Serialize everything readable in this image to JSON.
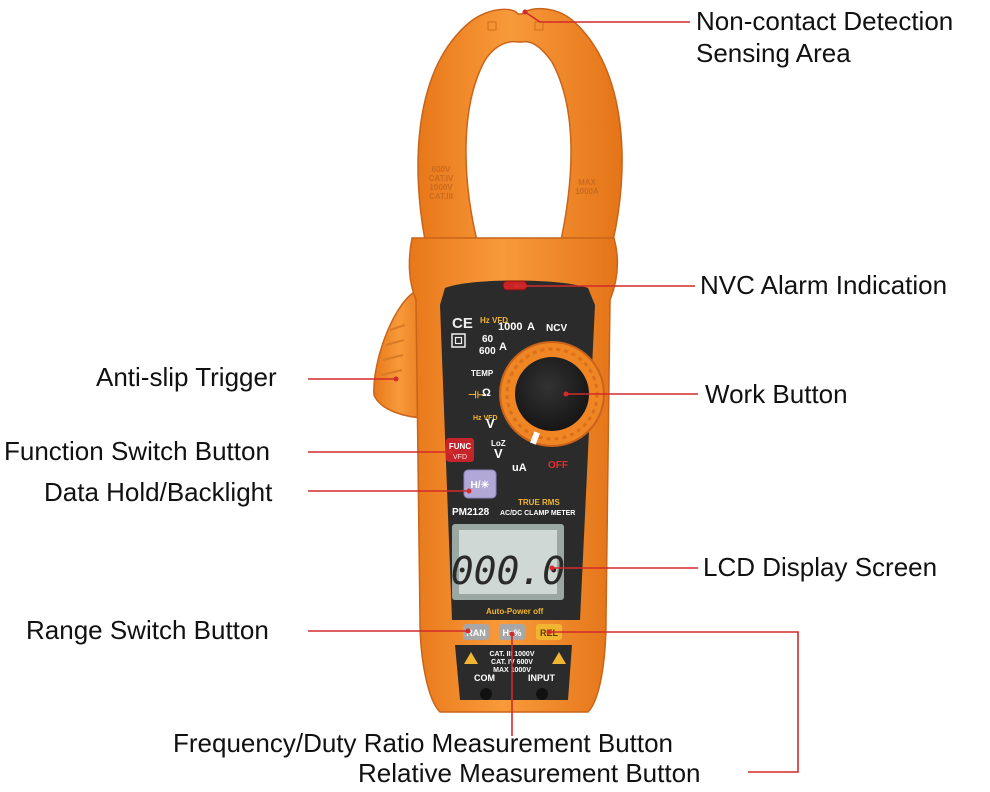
{
  "callouts": {
    "ncv_sensing_line1": "Non-contact Detection",
    "ncv_sensing_line2": "Sensing Area",
    "nvc_alarm": "NVC Alarm Indication",
    "anti_slip": "Anti-slip Trigger",
    "work_button": "Work Button",
    "function_switch": "Function Switch Button",
    "data_hold": "Data Hold/Backlight",
    "lcd_screen": "LCD Display Screen",
    "range_switch": "Range Switch Button",
    "frequency_duty": "Frequency/Duty Ratio Measurement Button",
    "relative": "Relative Measurement Button"
  },
  "meter": {
    "model": "PM2128",
    "subtitle_line1": "TRUE RMS",
    "subtitle_line2": "AC/DC CLAMP METER",
    "lcd_reading": "000.0",
    "auto_power": "Auto-Power off",
    "ce_mark": "CE",
    "dial": {
      "hz_vfd_1": "Hz VFD",
      "range_1000": "1000",
      "range_60": "60",
      "range_600": "600",
      "unit_a": "A",
      "ncv": "NCV",
      "temp": "TEMP",
      "ohm": "Ω",
      "hz_vfd_2": "Hz VFD",
      "v_ac": "V",
      "loz": "LoZ",
      "v_dc": "V",
      "ua": "uA",
      "off": "OFF"
    },
    "buttons": {
      "func": "FUNC",
      "vfd": "VFD",
      "hold": "H/☀",
      "ran": "RAN",
      "hz_percent": "Hz%",
      "rel": "REL"
    },
    "jaw_text_left": [
      "600V",
      "CAT.IV",
      "1000V",
      "CAT.III"
    ],
    "jaw_text_right": [
      "MAX",
      "1000A"
    ],
    "terminal_cat_lines": [
      "CAT. III 1000V",
      "CAT. IV 600V",
      "MAX 1000V"
    ],
    "terminal_com": "COM",
    "terminal_input": "INPUT"
  },
  "colors": {
    "body_orange": "#f7902a",
    "panel_dark": "#2b2b2b",
    "callout_red": "#d32a2a",
    "lcd_bg": "#cfd8d4",
    "rel_yellow": "#f2b531",
    "func_red": "#c4242a"
  }
}
